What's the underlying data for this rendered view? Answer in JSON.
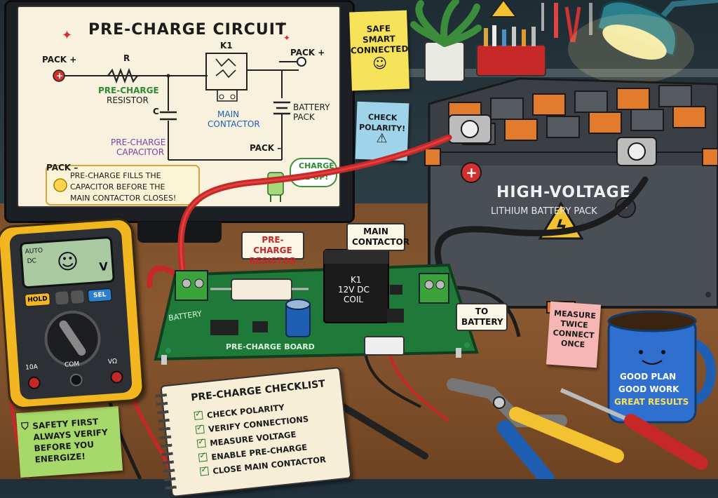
{
  "screen": {
    "title": "PRE-CHARGE CIRCUIT",
    "pack_plus_left": "PACK +",
    "pack_plus_right": "PACK +",
    "pack_minus_mid": "PACK –",
    "pack_minus_left": "PACK –",
    "resistor_symbol": "R",
    "resistor_label_1": "PRE-CHARGE",
    "resistor_label_2": "RESISTOR",
    "contactor_symbol": "K1",
    "contactor_label_1": "MAIN",
    "contactor_label_2": "CONTACTOR",
    "capacitor_symbol": "C",
    "capacitor_label_1": "PRE-CHARGE",
    "capacitor_label_2": "CAPACITOR",
    "battery_label_1": "BATTERY",
    "battery_label_2": "PACK",
    "info_line_1": "PRE-CHARGE FILLS THE",
    "info_line_2": "CAPACITOR BEFORE THE",
    "info_line_3": "MAIN CONTACTOR CLOSES!",
    "bubble_line_1": "CHARGE",
    "bubble_line_2": "ME UP!"
  },
  "notes": {
    "safe_line_1": "SAFE",
    "safe_line_2": "SMART",
    "safe_line_3": "CONNECTED",
    "polarity_line_1": "CHECK",
    "polarity_line_2": "POLARITY!",
    "measure_line_1": "MEASURE",
    "measure_line_2": "TWICE",
    "measure_line_3": "CONNECT",
    "measure_line_4": "ONCE",
    "safety_line_1": "SAFETY FIRST",
    "safety_line_2": "ALWAYS VERIFY",
    "safety_line_3": "BEFORE YOU",
    "safety_line_4": "ENERGIZE!"
  },
  "battery": {
    "line_1": "HIGH-VOLTAGE",
    "line_2": "LITHIUM BATTERY PACK",
    "plus_symbol": "+",
    "minus_symbol": "–"
  },
  "board": {
    "resistor_tag_1": "PRE-CHARGE",
    "resistor_tag_2": "RESISTOR",
    "contactor_tag_1": "MAIN",
    "contactor_tag_2": "CONTACTOR",
    "relay_line_1": "K1",
    "relay_line_2": "12V DC",
    "relay_line_3": "COIL",
    "to_battery_1": "TO",
    "to_battery_2": "BATTERY",
    "board_left_print": "BATTERY",
    "board_bottom_print": "PRE-CHARGE BOARD"
  },
  "multimeter": {
    "mode_auto": "AUTO",
    "mode_dc": "DC",
    "mode_v": "V",
    "hold_button": "HOLD",
    "sel_button": "SEL",
    "port_10a": "10A",
    "port_com": "COM",
    "port_vo": "VΩ"
  },
  "checklist": {
    "title": "PRE-CHARGE CHECKLIST",
    "items": [
      "CHECK POLARITY",
      "VERIFY CONNECTIONS",
      "MEASURE VOLTAGE",
      "ENABLE PRE-CHARGE",
      "CLOSE MAIN CONTACTOR"
    ]
  },
  "mug": {
    "line_1": "GOOD PLAN",
    "line_2": "GOOD WORK",
    "line_3": "GREAT RESULTS"
  },
  "colors": {
    "accent_red": "#d32f2f",
    "accent_green": "#2e7d32",
    "battery_gray": "#4a4f55",
    "note_yellow": "#f6e35a",
    "note_blue": "#9fd3ea",
    "note_pink": "#f6b7b4",
    "note_green": "#a7d86a"
  }
}
